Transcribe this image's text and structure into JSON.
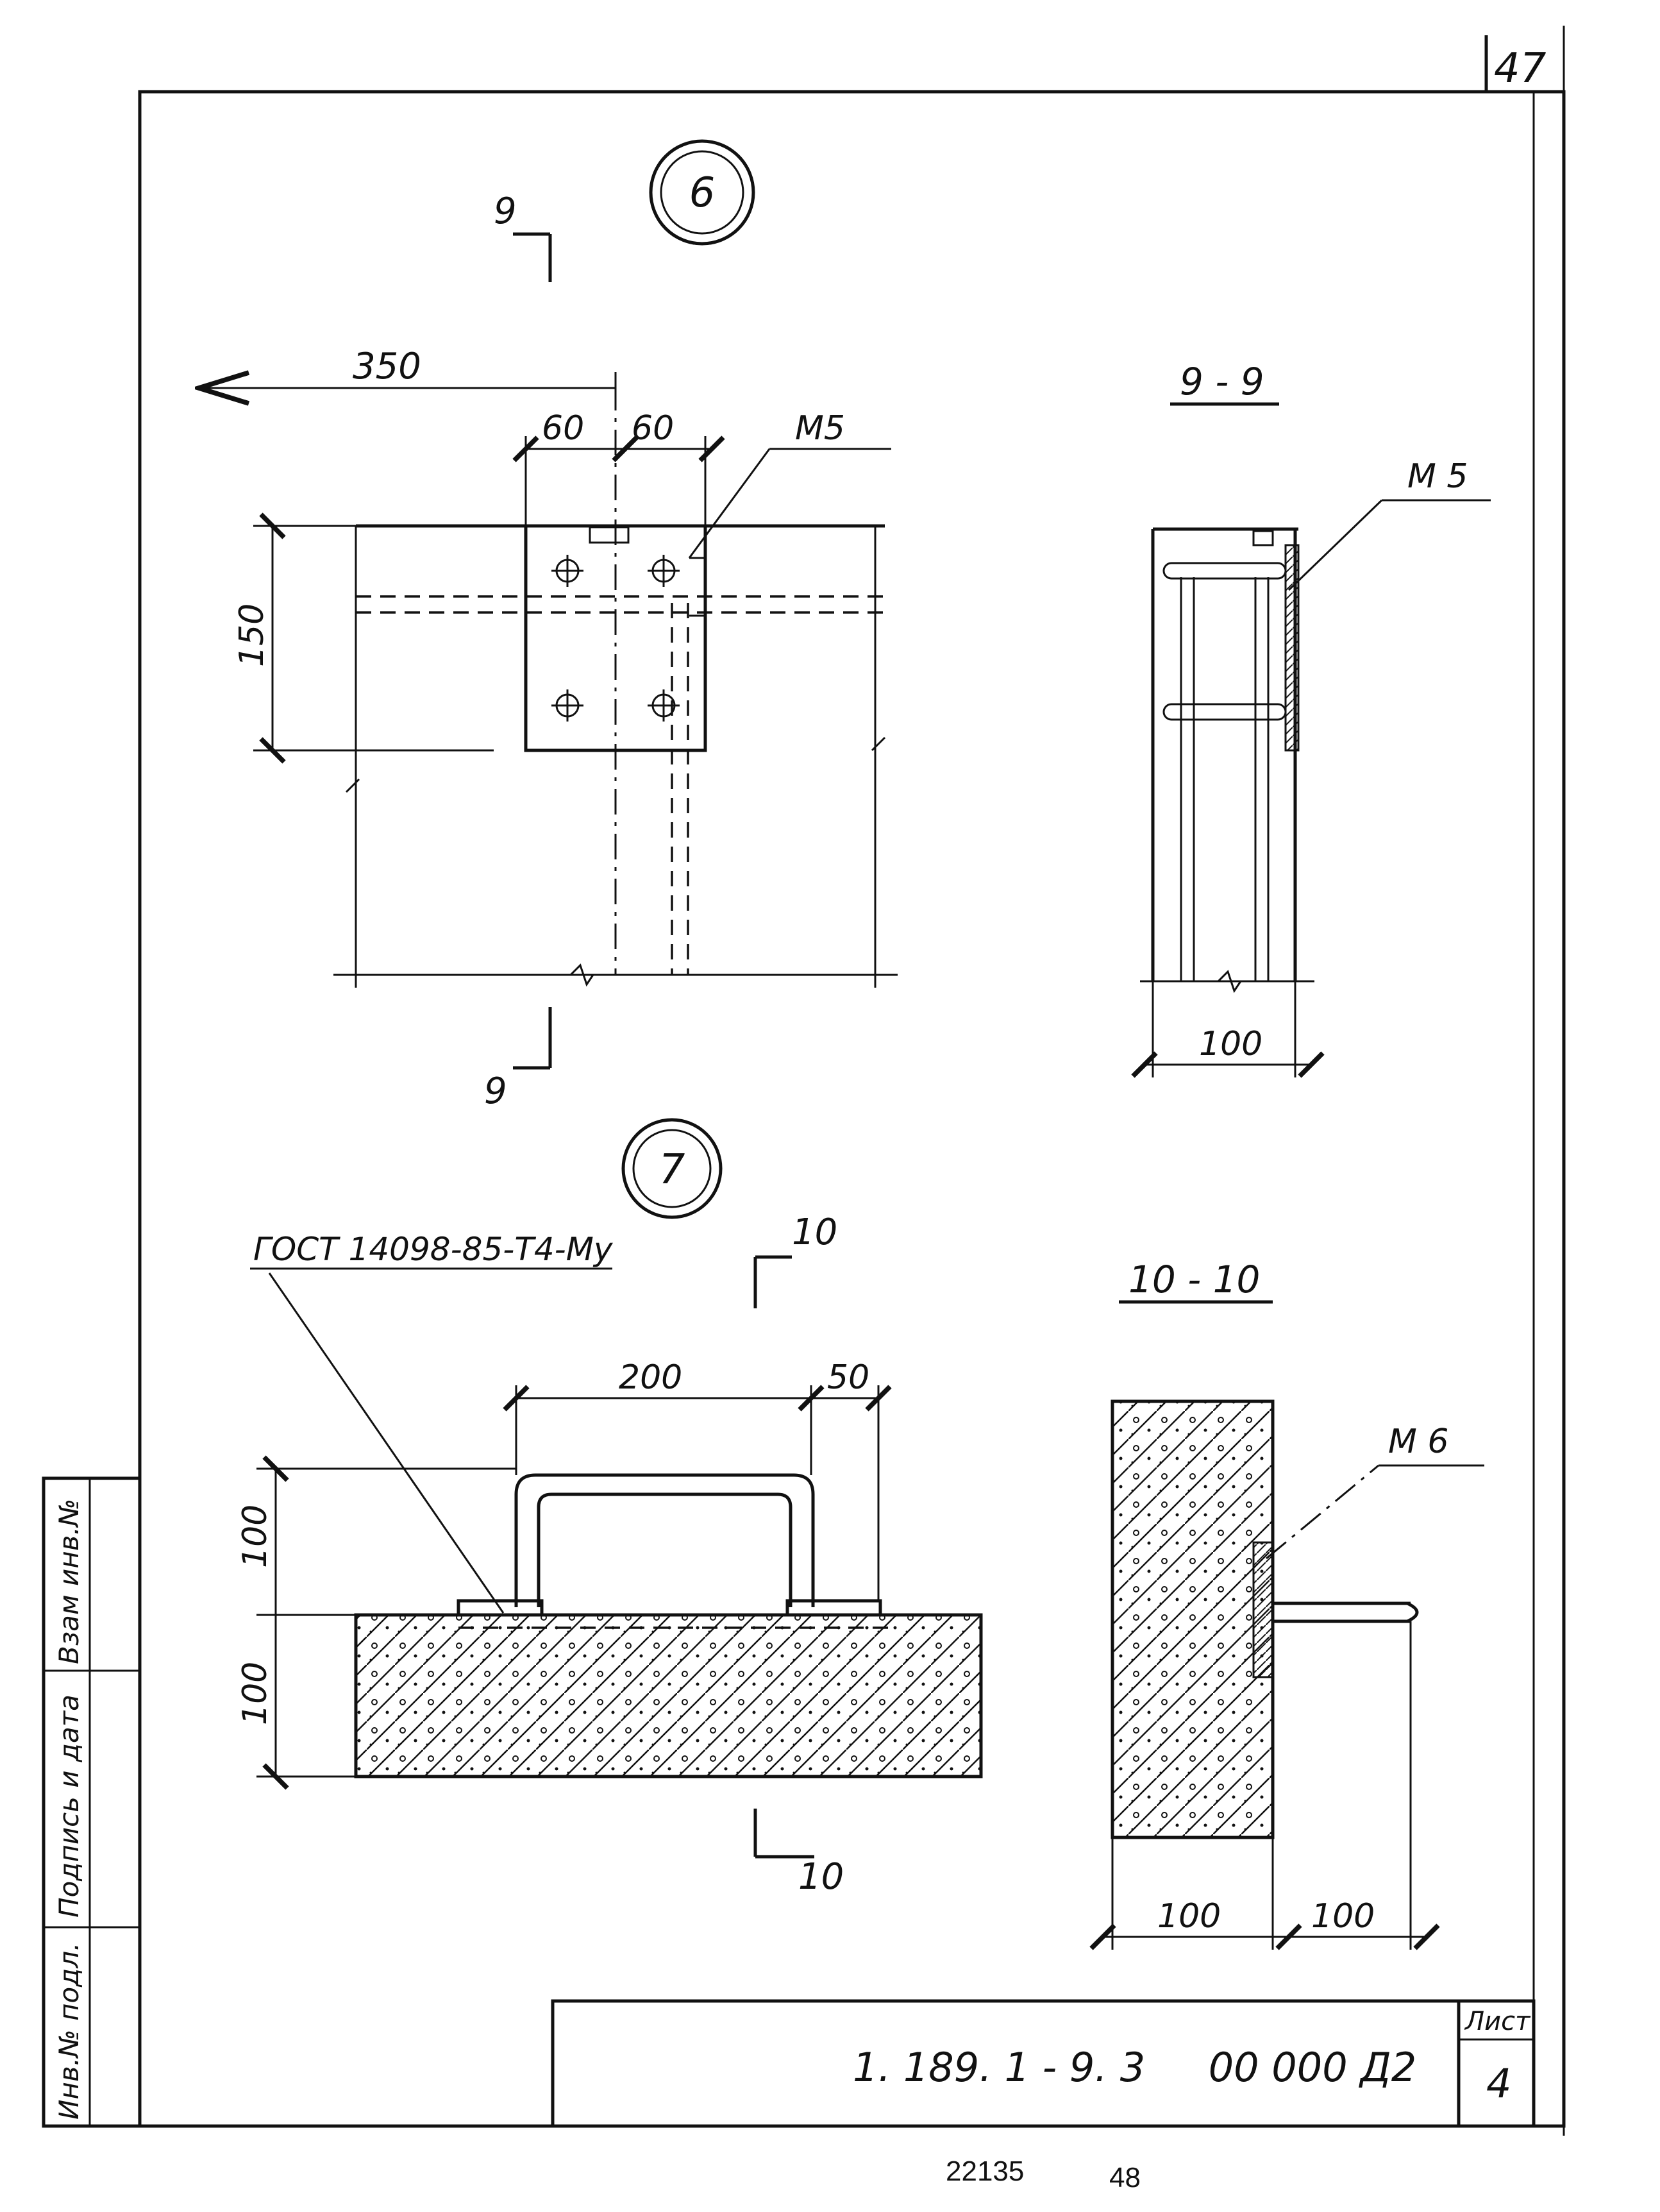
{
  "sheet_corner_number": "47",
  "detail_6": {
    "callout": "6",
    "section_mark_top": "9",
    "section_mark_bottom": "9",
    "dim_350": "350",
    "dim_60_left": "60",
    "dim_60_right": "60",
    "dim_150": "150",
    "part_label": "M5",
    "section_title": "9 - 9",
    "section_part_label": "M 5",
    "section_dim": "100"
  },
  "detail_7": {
    "callout": "7",
    "standard_ref": "ГОСТ 14098-85-Т4-Му",
    "section_mark_top": "10",
    "section_mark_bottom": "10",
    "dim_200": "200",
    "dim_50": "50",
    "dim_100_upper": "100",
    "dim_100_lower": "100",
    "section_title": "10 - 10",
    "section_part_label": "M 6",
    "section_dim_left": "100",
    "section_dim_right": "100"
  },
  "side_stamp": {
    "cells": [
      "Взам инв.№",
      "Подпись и дата",
      "Инв.№ подл."
    ]
  },
  "title_block": {
    "document_code": "1. 189. 1 - 9. 3     00 000 Д2",
    "sheet_label": "Лист",
    "sheet_number": "4"
  },
  "footer": {
    "archive_number": "22135",
    "page_number": "48"
  }
}
